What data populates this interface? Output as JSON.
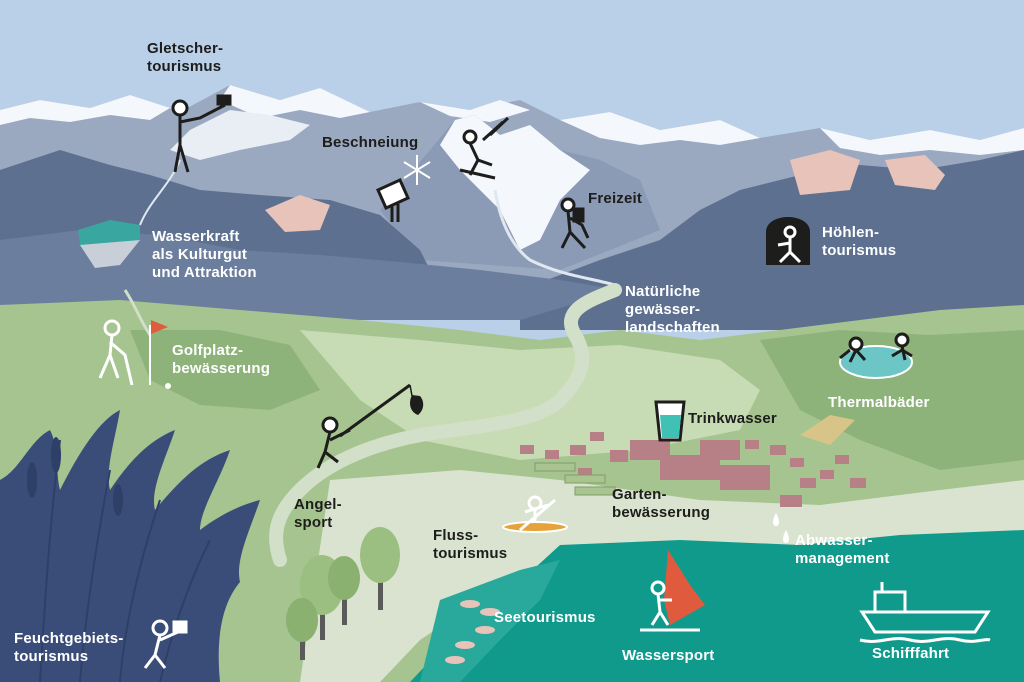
{
  "labels": {
    "gletscher": "Gletscher-\ntourismus",
    "beschneiung": "Beschneiung",
    "freizeit": "Freizeit",
    "hoehlen": "Höhlen-\ntourismus",
    "wasserkraft": "Wasserkraft\nals Kulturgut\nund Attraktion",
    "natuerliche": "Natürliche\ngewässer-\nlandschaften",
    "golfplatz": "Golfplatz-\nbewässerung",
    "thermal": "Thermalbäder",
    "trinkwasser": "Trinkwasser",
    "angel": "Angel-\nsport",
    "garten": "Garten-\nbewässerung",
    "fluss": "Fluss-\ntourismus",
    "abwasser": "Abwasser-\nmanagement",
    "see": "Seetourismus",
    "feucht": "Feuchtgebiets-\ntourismus",
    "wassersport": "Wassersport",
    "schifffahrt": "Schifffahrt"
  },
  "colors": {
    "sky": "#b9d0e8",
    "mountain_far": "#8b9ab5",
    "mountain_mid": "#5d7090",
    "snow": "#f4f7fb",
    "meadow": "#a6c48f",
    "meadow_light": "#c7dcb4",
    "river": "#d2dfc9",
    "lake": "#0f9a8c",
    "town": "#b77f86",
    "reeds": "#3a4d78",
    "rock": "#e8c3ba",
    "text_dark": "#1d1d1b",
    "text_light": "#ffffff"
  },
  "icons": [
    "glacier-walker-icon",
    "snowflake-icon",
    "snow-cannon-icon",
    "skier-icon",
    "hiker-icon",
    "cave-explorer-icon",
    "golfer-icon",
    "golf-flag-icon",
    "thermal-bath-icon",
    "water-glass-icon",
    "angler-icon",
    "fish-icon",
    "kayak-icon",
    "water-drops-icon",
    "windsurfer-icon",
    "ship-icon",
    "birdwatcher-icon"
  ]
}
